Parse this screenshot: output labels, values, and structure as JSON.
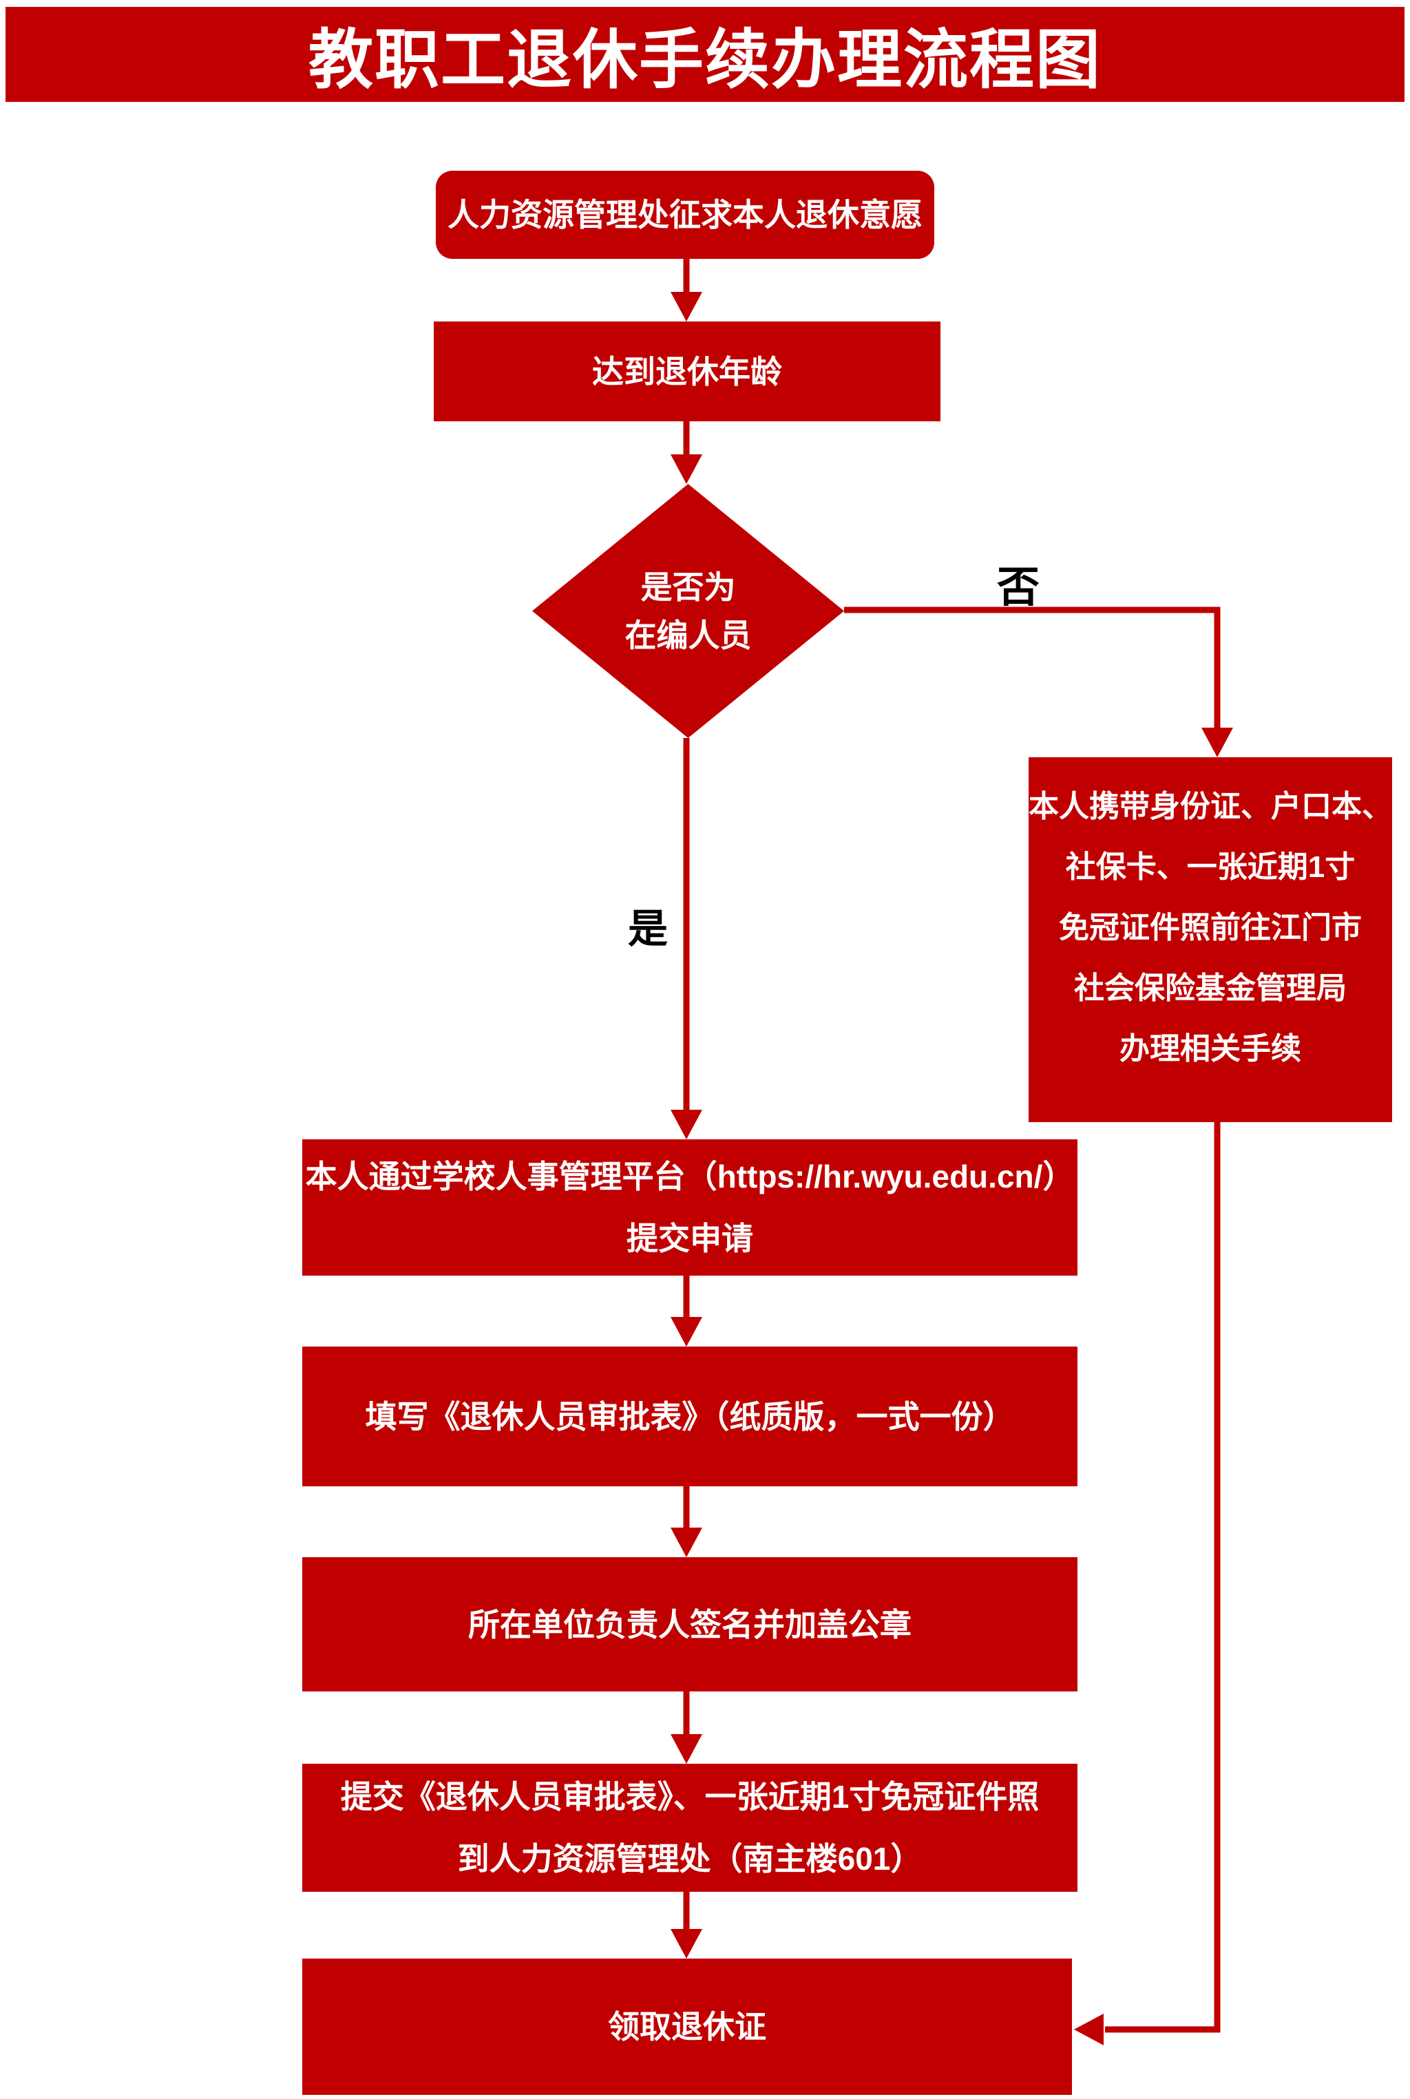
{
  "title": "教职工退休手续办理流程图",
  "colors": {
    "accent": "#c00000",
    "background": "#ffffff",
    "node_text": "#ffffff",
    "branch_label_text": "#000000"
  },
  "labels": {
    "yes": "是",
    "no": "否"
  },
  "nodes": {
    "step1": {
      "text": "人力资源管理处征求本人退休意愿"
    },
    "step2": {
      "text": "达到退休年龄"
    },
    "decision": {
      "line1": "是否为",
      "line2": "在编人员"
    },
    "no_branch": {
      "lines": [
        "本人携带身份证、户口本、",
        "社保卡、一张近期1寸",
        "免冠证件照前往江门市",
        "社会保险基金管理局",
        "办理相关手续"
      ]
    },
    "step3": {
      "line1": "本人通过学校人事管理平台（https://hr.wyu.edu.cn/）",
      "line2": "提交申请"
    },
    "step4": {
      "text": "填写《退休人员审批表》（纸质版，一式一份）"
    },
    "step5": {
      "text": "所在单位负责人签名并加盖公章"
    },
    "step6": {
      "line1": "提交《退休人员审批表》、一张近期1寸免冠证件照",
      "line2": "到人力资源管理处（南主楼601）"
    },
    "step7": {
      "text": "领取退休证"
    }
  }
}
